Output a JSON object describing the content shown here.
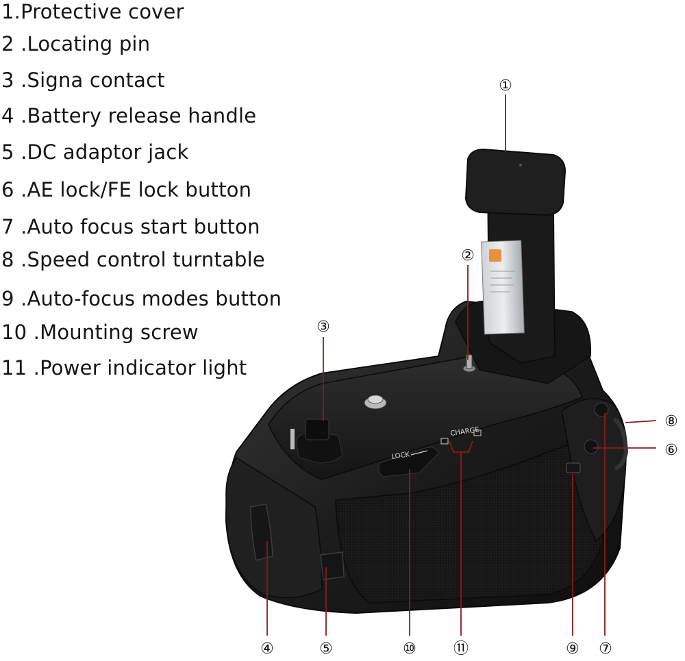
{
  "parts": [
    {
      "number": "1",
      "text": "1.Protective cover"
    },
    {
      "number": "2",
      "text": "2 .Locating pin"
    },
    {
      "number": "3",
      "text": "3 .Signa contact"
    },
    {
      "number": "4",
      "text": "4 .Battery release handle"
    },
    {
      "number": "5",
      "text": "5 .DC adaptor jack"
    },
    {
      "number": "6",
      "text": "6 .AE lock/FE lock button"
    },
    {
      "number": "7",
      "text": "7 .Auto focus start button"
    },
    {
      "number": "8",
      "text": "8 .Speed control turntable"
    },
    {
      "number": "9",
      "text": "9 .Auto-focus modes button"
    },
    {
      "number": "10",
      "text": "10 .Mounting screw"
    },
    {
      "number": "11",
      "text": "11 .Power indicator light"
    }
  ],
  "callouts": {
    "c1": "①",
    "c2": "②",
    "c3": "③",
    "c4": "④",
    "c5": "⑤",
    "c6": "⑥",
    "c7": "⑦",
    "c8": "⑧",
    "c9": "⑨",
    "c10": "⑩",
    "c11": "⑪"
  },
  "device_labels": {
    "lock": "LOCK",
    "charge": "CHARGE"
  },
  "colors": {
    "leader_line": "#8b1a1a",
    "body": "#1b1b1b",
    "background": "#ffffff"
  }
}
